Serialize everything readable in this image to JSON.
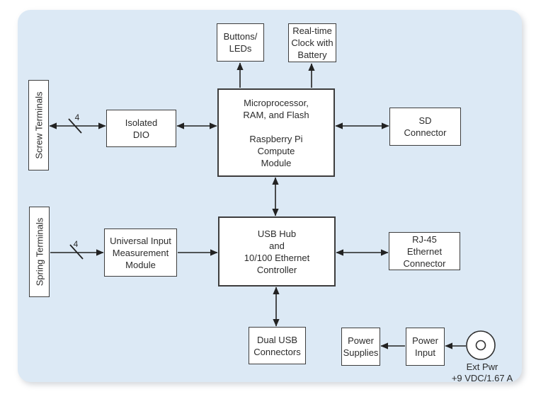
{
  "diagram": {
    "colors": {
      "panel_background": "#dce9f5",
      "block_fill": "#ffffff",
      "block_border": "#3d3d3d",
      "line_color": "#222222",
      "text_color": "#2b2b2b"
    },
    "blocks": {
      "screw_terminals": {
        "label": "Screw Terminals"
      },
      "spring_terminals": {
        "label": "Spring Terminals"
      },
      "isolated_dio": {
        "label": "Isolated\nDIO"
      },
      "buttons_leds": {
        "label": "Buttons/\nLEDs"
      },
      "rtc": {
        "label": "Real-time\nClock with\nBattery"
      },
      "processor": {
        "label": "Microprocessor,\nRAM, and Flash\n\nRaspberry Pi\nCompute\nModule"
      },
      "sd_connector": {
        "label": "SD\nConnector"
      },
      "uimm": {
        "label": "Universal Input\nMeasurement\nModule"
      },
      "usb_hub": {
        "label": "USB Hub\nand\n10/100 Ethernet\nController"
      },
      "rj45": {
        "label": "RJ-45\nEthernet\nConnector"
      },
      "dual_usb": {
        "label": "Dual USB\nConnectors"
      },
      "power_supplies": {
        "label": "Power\nSupplies"
      },
      "power_input": {
        "label": "Power\nInput"
      }
    },
    "bus_width_labels": {
      "screw_to_dio": "4",
      "spring_to_uimm": "4"
    },
    "external_power": {
      "label": "Ext Pwr",
      "rating": "+9 VDC/1.67 A"
    },
    "connections": [
      {
        "from": "screw_terminals",
        "to": "isolated_dio",
        "type": "bidirectional",
        "bus_width": "4"
      },
      {
        "from": "isolated_dio",
        "to": "processor",
        "type": "bidirectional"
      },
      {
        "from": "processor",
        "to": "buttons_leds",
        "type": "unidirectional"
      },
      {
        "from": "processor",
        "to": "rtc",
        "type": "unidirectional"
      },
      {
        "from": "processor",
        "to": "sd_connector",
        "type": "bidirectional"
      },
      {
        "from": "processor",
        "to": "usb_hub",
        "type": "bidirectional"
      },
      {
        "from": "spring_terminals",
        "to": "uimm",
        "type": "unidirectional",
        "bus_width": "4"
      },
      {
        "from": "uimm",
        "to": "usb_hub",
        "type": "unidirectional"
      },
      {
        "from": "usb_hub",
        "to": "rj45",
        "type": "bidirectional"
      },
      {
        "from": "usb_hub",
        "to": "dual_usb",
        "type": "bidirectional"
      },
      {
        "from": "power_input",
        "to": "power_supplies",
        "type": "unidirectional"
      },
      {
        "from": "ext_pwr_connector",
        "to": "power_input",
        "type": "unidirectional"
      }
    ]
  }
}
